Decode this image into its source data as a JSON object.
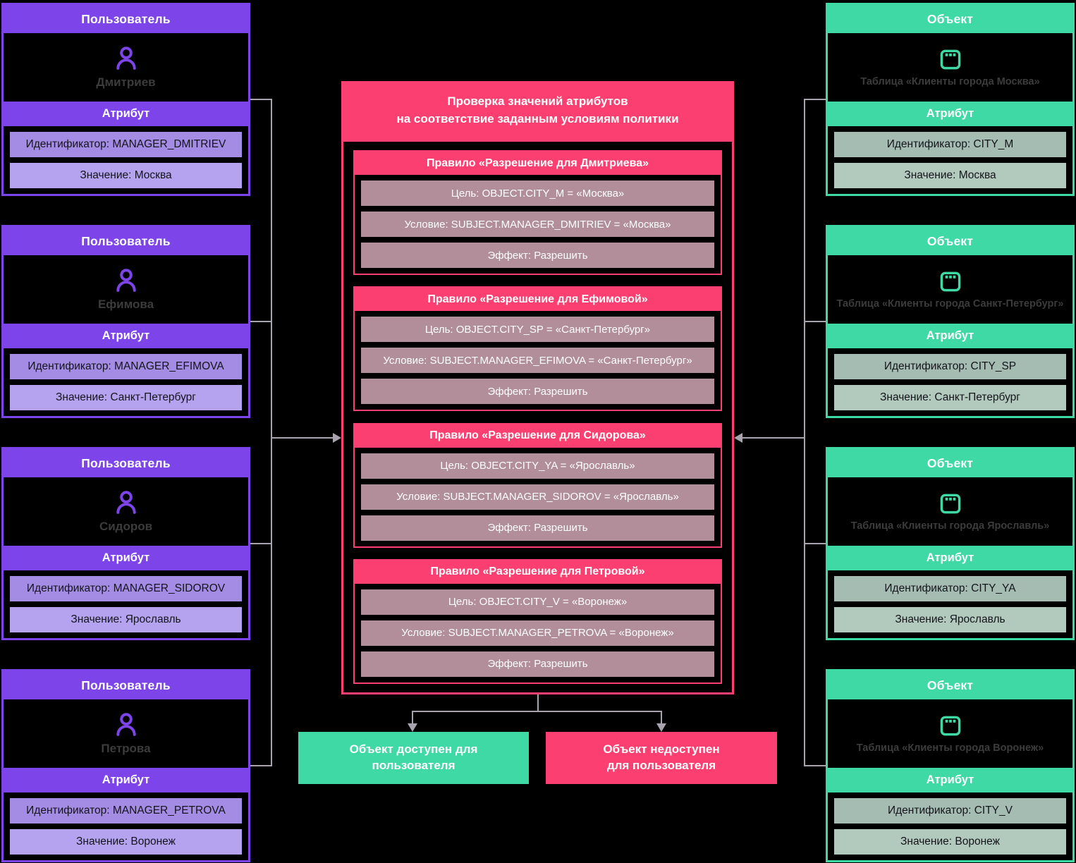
{
  "users": [
    {
      "header": "Пользователь",
      "name": "Дмитриев",
      "attr_title": "Атрибут",
      "identifier": "Идентификатор: MANAGER_DMITRIEV",
      "value": "Значение: Москва"
    },
    {
      "header": "Пользователь",
      "name": "Ефимова",
      "attr_title": "Атрибут",
      "identifier": "Идентификатор: MANAGER_EFIMOVA",
      "value": "Значение: Санкт-Петербург"
    },
    {
      "header": "Пользователь",
      "name": "Сидоров",
      "attr_title": "Атрибут",
      "identifier": "Идентификатор: MANAGER_SIDOROV",
      "value": "Значение: Ярославль"
    },
    {
      "header": "Пользователь",
      "name": "Петрова",
      "attr_title": "Атрибут",
      "identifier": "Идентификатор: MANAGER_PETROVA",
      "value": "Значение: Воронеж"
    }
  ],
  "objects": [
    {
      "header": "Объект",
      "name": "Таблица «Клиенты города Москва»",
      "attr_title": "Атрибут",
      "identifier": "Идентификатор: CITY_M",
      "value": "Значение: Москва"
    },
    {
      "header": "Объект",
      "name": "Таблица «Клиенты города Санкт-Петербург»",
      "attr_title": "Атрибут",
      "identifier": "Идентификатор: CITY_SP",
      "value": "Значение: Санкт-Петербург"
    },
    {
      "header": "Объект",
      "name": "Таблица «Клиенты города Ярославль»",
      "attr_title": "Атрибут",
      "identifier": "Идентификатор: CITY_YA",
      "value": "Значение: Ярославль"
    },
    {
      "header": "Объект",
      "name": "Таблица «Клиенты города Воронеж»",
      "attr_title": "Атрибут",
      "identifier": "Идентификатор: CITY_V",
      "value": "Значение: Воронеж"
    }
  ],
  "policy": {
    "title": "Проверка значений атрибутов\nна соответствие заданным условиям политики",
    "rules": [
      {
        "title": "Правило «Разрешение для Дмитриева»",
        "target": "Цель: OBJECT.CITY_M = «Москва»",
        "condition": "Условие: SUBJECT.MANAGER_DMITRIEV = «Москва»",
        "effect": "Эффект: Разрешить"
      },
      {
        "title": "Правило «Разрешение для Ефимовой»",
        "target": "Цель: OBJECT.CITY_SP = «Санкт-Петербург»",
        "condition": "Условие: SUBJECT.MANAGER_EFIMOVA = «Санкт-Петербург»",
        "effect": "Эффект: Разрешить"
      },
      {
        "title": "Правило «Разрешение для Сидорова»",
        "target": "Цель: OBJECT.CITY_YA = «Ярославль»",
        "condition": "Условие: SUBJECT.MANAGER_SIDOROV = «Ярославль»",
        "effect": "Эффект: Разрешить"
      },
      {
        "title": "Правило «Разрешение для Петровой»",
        "target": "Цель: OBJECT.CITY_V = «Воронеж»",
        "condition": "Условие: SUBJECT.MANAGER_PETROVA = «Воронеж»",
        "effect": "Эффект: Разрешить"
      }
    ]
  },
  "outcomes": {
    "allowed": "Объект доступен для\nпользователя",
    "denied": "Объект недоступен\nдля пользователя"
  },
  "icons": {
    "user": "user-icon",
    "object": "table-icon"
  },
  "colors": {
    "background": "#000000",
    "user_accent": "#7c44e9",
    "user_row_identifier": "#a48be4",
    "user_row_value": "#b5a3f0",
    "object_accent": "#3ed9a4",
    "object_row_identifier": "#a4bcb2",
    "object_row_value": "#b2c9be",
    "policy_accent": "#fb4071",
    "rule_row": "#b18e99",
    "connector": "#a8a3ad",
    "allow_box": "#3ed9a4",
    "deny_box": "#fb4071"
  }
}
